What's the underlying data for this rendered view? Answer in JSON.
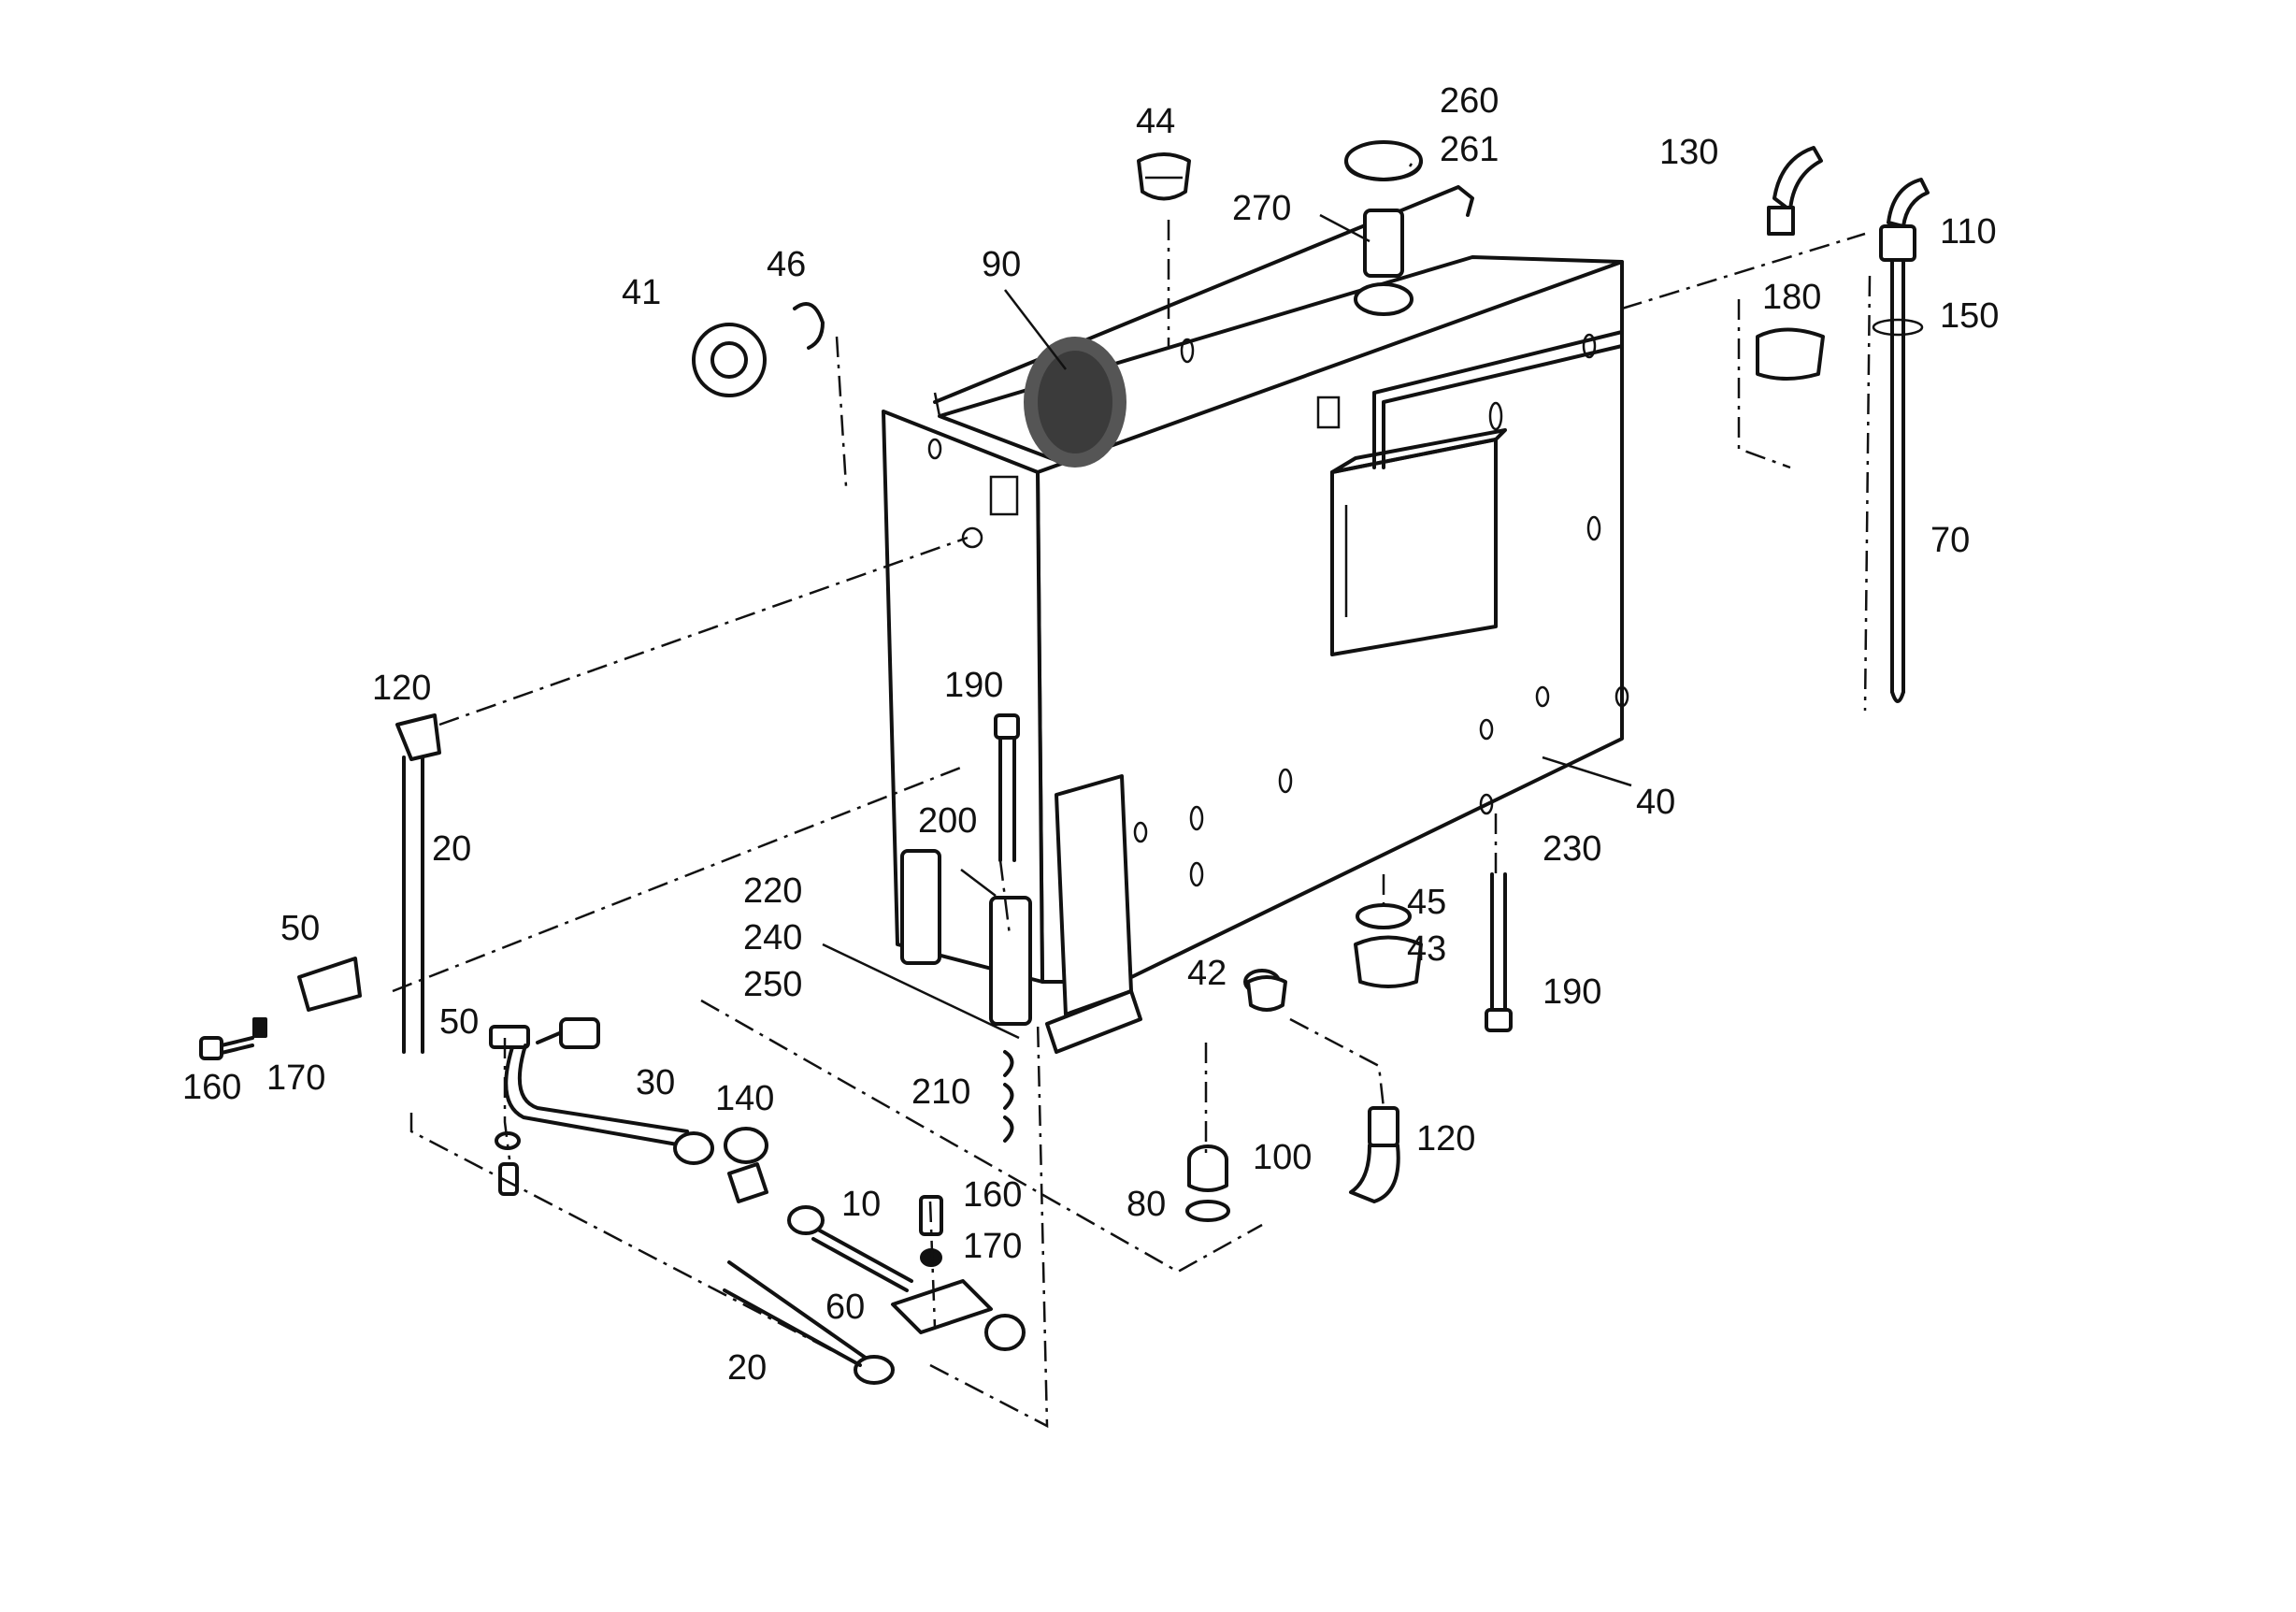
{
  "figure": {
    "part_labels": {
      "p44": "44",
      "p260": "260",
      "p261": "261",
      "p130": "130",
      "p110": "110",
      "p270": "270",
      "p90": "90",
      "p46": "46",
      "p41": "41",
      "p180": "180",
      "p150": "150",
      "p70": "70",
      "p120a": "120",
      "p190a": "190",
      "p20a": "20",
      "p200": "200",
      "p40": "40",
      "p230": "230",
      "p50a": "50",
      "p220": "220",
      "p240": "240",
      "p250": "250",
      "p45": "45",
      "p43": "43",
      "p42": "42",
      "p190b": "190",
      "p160a": "160",
      "p170a": "170",
      "p50b": "50",
      "p30": "30",
      "p140": "140",
      "p210": "210",
      "p100": "100",
      "p120b": "120",
      "p10": "10",
      "p160b": "160",
      "p80": "80",
      "p170b": "170",
      "p60": "60",
      "p20b": "20"
    }
  }
}
